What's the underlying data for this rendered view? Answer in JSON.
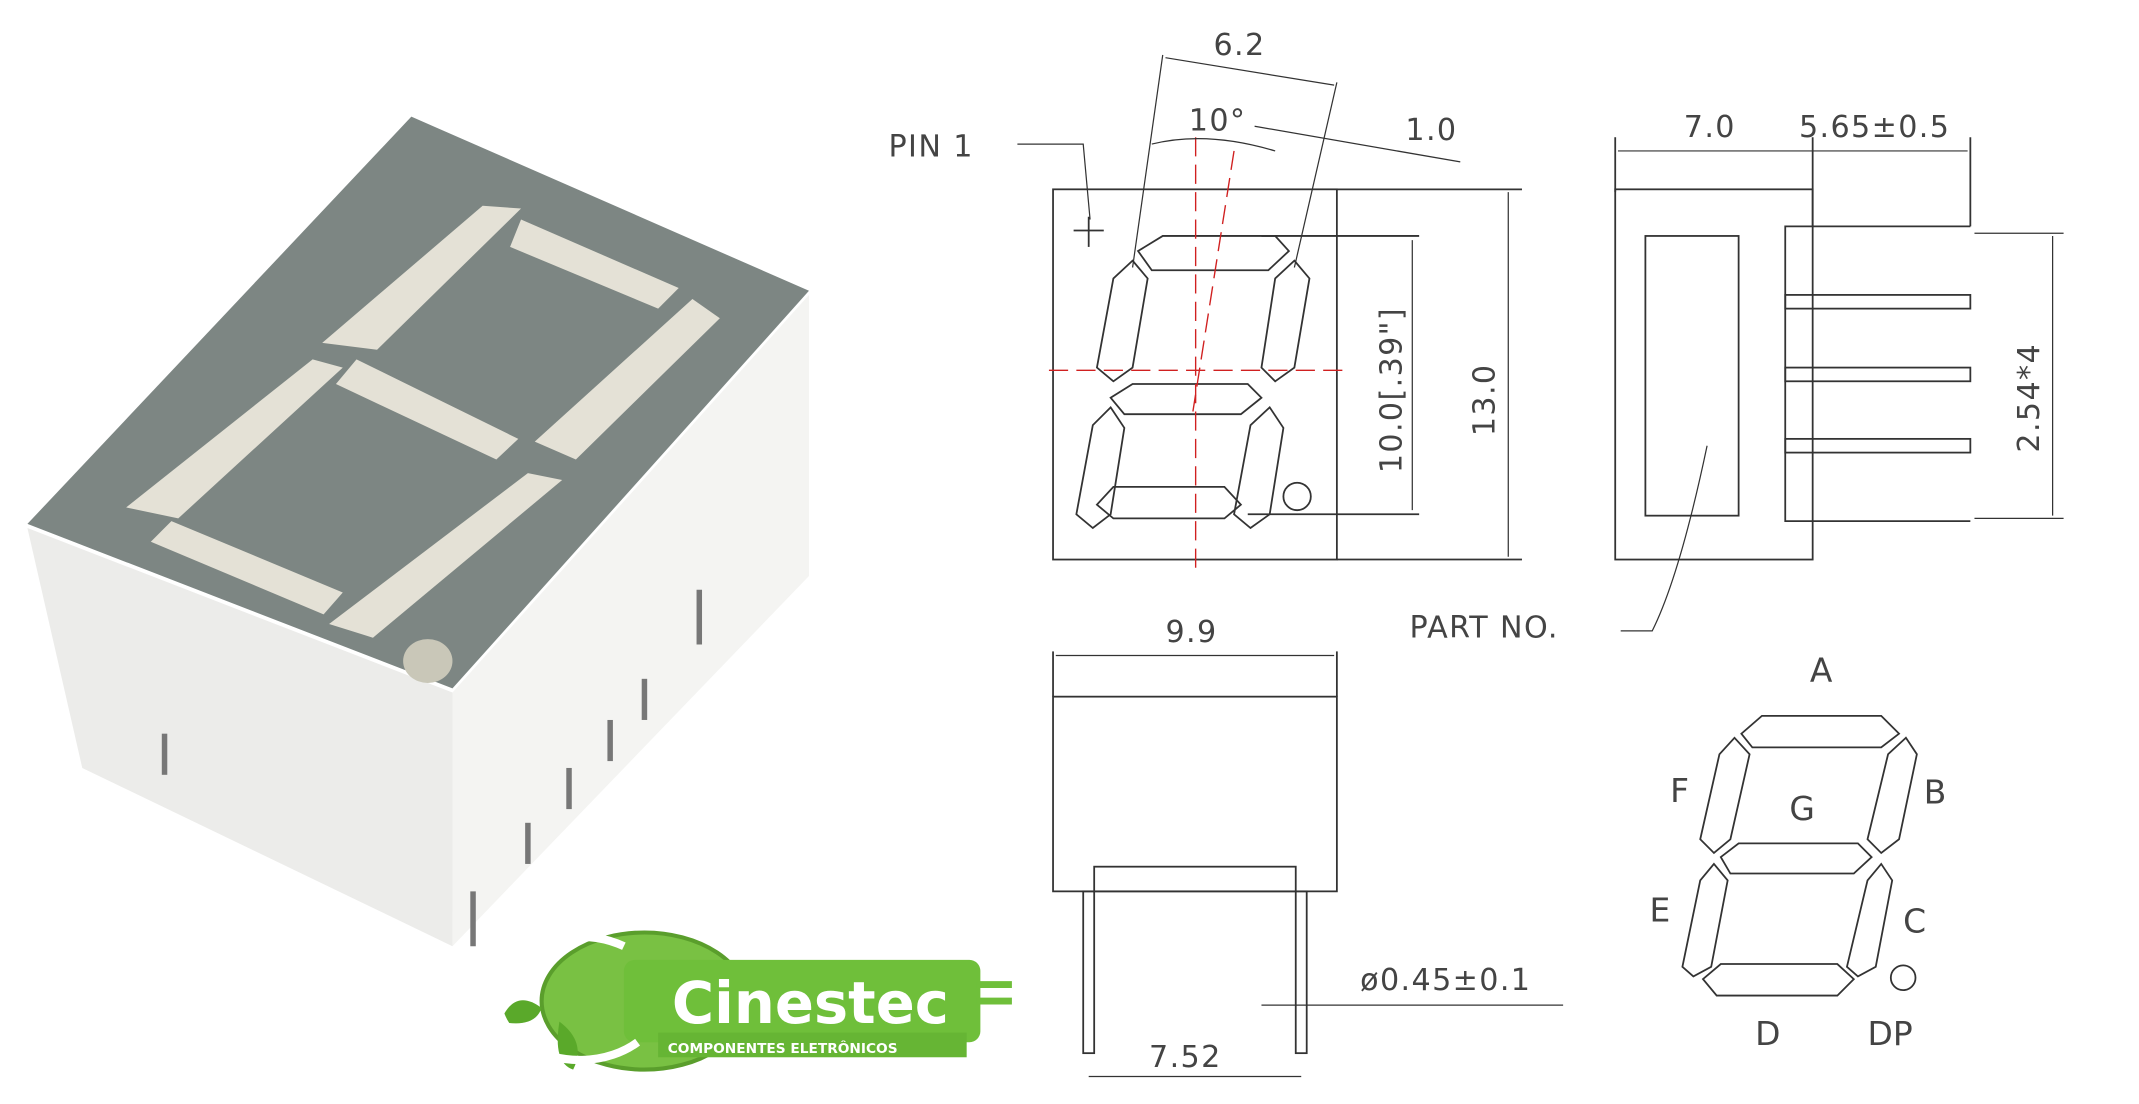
{
  "drawing": {
    "pin1_label": "PIN 1",
    "dim_width_digit": "6.2",
    "dim_angle": "10°",
    "dim_segment": "1.0",
    "dim_digit_height": "10.0[.39\"]",
    "dim_height": "13.0",
    "dim_depth": "7.0",
    "dim_pin_length": "5.65±0.5",
    "dim_pitch": "2.54*4",
    "part_no_label": "PART NO.",
    "dim_width": "9.9",
    "dim_pin_diameter": "ø0.45±0.1",
    "dim_row_spacing": "7.52"
  },
  "segments": {
    "a": "A",
    "b": "B",
    "c": "C",
    "d": "D",
    "e": "E",
    "f": "F",
    "g": "G",
    "dp": "DP"
  },
  "logo": {
    "name": "Cinestec",
    "tagline": "COMPONENTES ELETRÔNICOS",
    "green": "#6fbf3a"
  }
}
